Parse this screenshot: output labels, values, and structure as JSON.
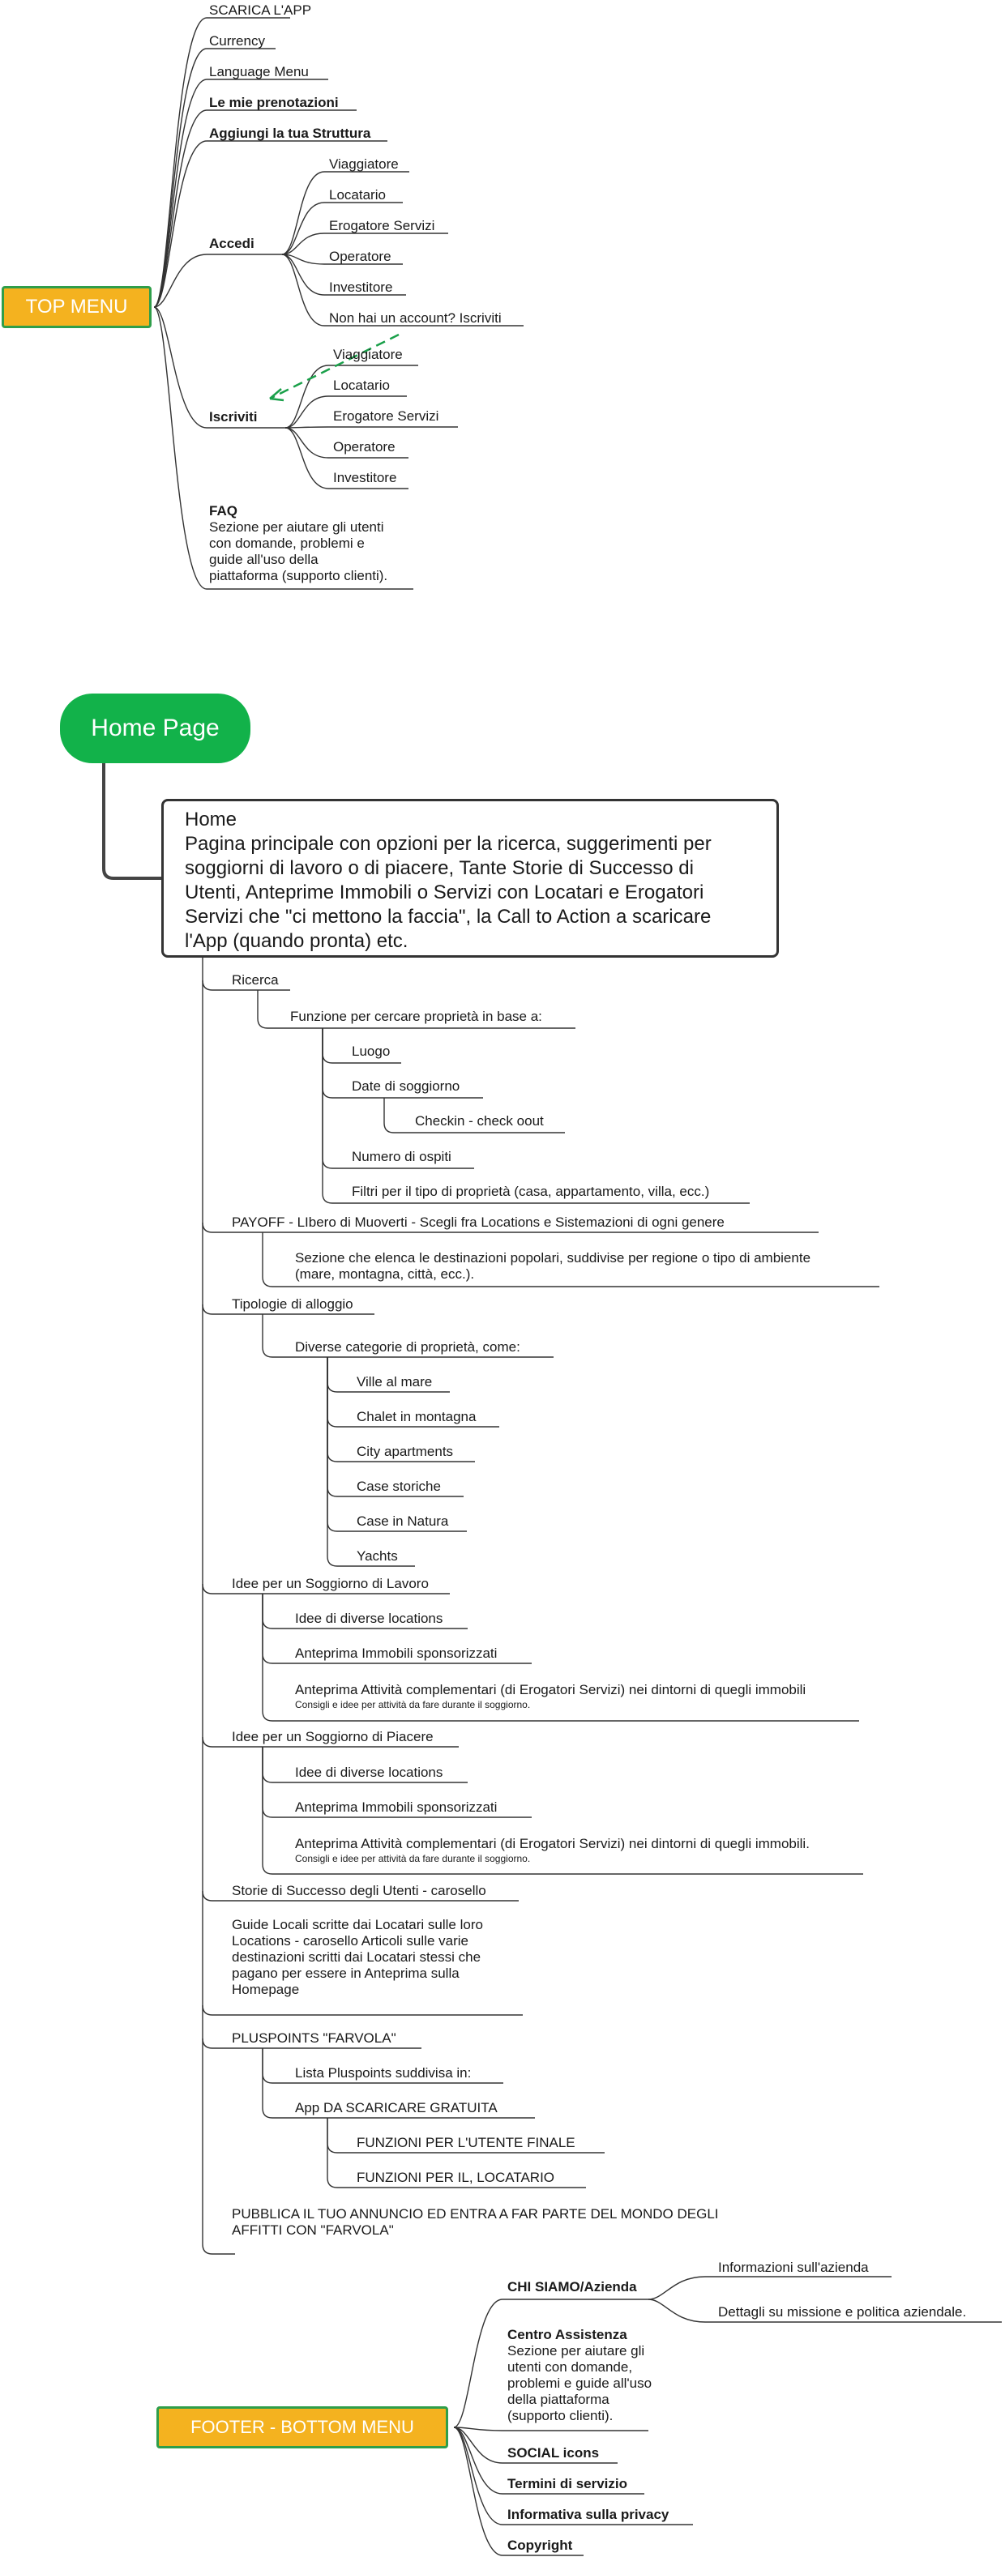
{
  "top_menu": {
    "label": "TOP MENU",
    "items": {
      "scarica": "SCARICA L'APP",
      "currency": "Currency",
      "language": "Language Menu",
      "prenotazioni": "Le mie prenotazioni",
      "aggiungi": "Aggiungi la tua Struttura",
      "accedi": "Accedi",
      "accedi_children": [
        "Viaggiatore",
        "Locatario",
        "Erogatore Servizi",
        "Operatore",
        "Investitore",
        "Non hai un account? Iscriviti"
      ],
      "iscriviti": "Iscriviti",
      "iscriviti_children": [
        "Viaggiatore",
        "Locatario",
        "Erogatore Servizi",
        "Operatore",
        "Investitore"
      ],
      "faq_title": "FAQ",
      "faq_lines": [
        "Sezione per aiutare gli utenti",
        "con domande, problemi e",
        "guide all'uso della",
        "piattaforma (supporto clienti)."
      ]
    }
  },
  "home": {
    "label": "Home Page",
    "box_lines": [
      "Home",
      "Pagina principale con opzioni per la ricerca, suggerimenti per",
      "soggiorni di lavoro o di piacere, Tante Storie di Successo di",
      "Utenti, Anteprime Immobili o Servizi con Locatari e Erogatori",
      "Servizi che \"ci mettono la faccia\", la Call to Action a scaricare",
      "l'App (quando pronta) etc."
    ],
    "ricerca": {
      "label": "Ricerca",
      "child": "Funzione per cercare proprietà in base a:",
      "items": [
        "Luogo",
        "Date di soggiorno",
        "Checkin - check oout",
        "Numero di ospiti",
        "Filtri per il tipo di proprietà (casa, appartamento, villa, ecc.)"
      ]
    },
    "payoff": {
      "label": "PAYOFF - LIbero di Muoverti  - Scegli fra Locations e Sistemazioni di ogni genere",
      "child_lines": [
        "Sezione che elenca le destinazioni popolari, suddivise per regione o tipo di ambiente",
        "(mare, montagna, città, ecc.)."
      ]
    },
    "tipologie": {
      "label": "Tipologie di alloggio",
      "child": "Diverse categorie di proprietà, come:",
      "items": [
        "Ville al mare",
        "Chalet in montagna",
        "City apartments",
        "Case storiche",
        "Case in Natura",
        "Yachts"
      ]
    },
    "lavoro": {
      "label": "Idee per un Soggiorno di Lavoro",
      "items": [
        "Idee di diverse locations",
        "Anteprima Immobili  sponsorizzati",
        "Anteprima Attività complementari (di Erogatori Servizi) nei dintorni di quegli immobili"
      ],
      "note": "Consigli e idee per attività da fare durante il soggiorno."
    },
    "piacere": {
      "label": "Idee per un Soggiorno di Piacere",
      "items": [
        "Idee di diverse locations",
        "Anteprima Immobili  sponsorizzati",
        "Anteprima Attività complementari (di Erogatori Servizi) nei dintorni di quegli immobili."
      ],
      "note": "Consigli e idee per attività da fare durante il soggiorno."
    },
    "storie": "Storie di Successo degli Utenti - carosello",
    "guide_lines": [
      "Guide Locali scritte dai Locatari sulle loro",
      "Locations -  carosello Articoli sulle varie",
      "destinazioni scritti dai Locatari stessi che",
      "pagano per essere  in Anteprima sulla",
      "Homepage"
    ],
    "pluspoints": {
      "label": "PLUSPOINTS \"FARVOLA\"",
      "items": [
        "Lista Pluspoints suddivisa in:",
        "App DA SCARICARE GRATUITA"
      ],
      "sub": [
        "FUNZIONI PER L'UTENTE FINALE",
        "FUNZIONI PER IL, LOCATARIO"
      ]
    },
    "pubblica_lines": [
      "PUBBLICA IL TUO ANNUNCIO ED ENTRA A FAR PARTE DEL MONDO DEGLI",
      "AFFITTI CON \"FARVOLA\""
    ]
  },
  "footer": {
    "label": "FOOTER - BOTTOM MENU",
    "chi_siamo": "CHI SIAMO/Azienda",
    "chi_children": [
      "Informazioni sull'azienda",
      "Dettagli su missione  e politica aziendale."
    ],
    "centro_title": "Centro Assistenza",
    "centro_lines": [
      "Sezione per aiutare gli",
      "utenti con domande,",
      "problemi e guide all'uso",
      "della piattaforma",
      "(supporto clienti)."
    ],
    "social": "SOCIAL icons",
    "termini": "Termini di servizio",
    "privacy": "Informativa sulla privacy",
    "copyright": "Copyright"
  },
  "colors": {
    "orange": "#f4b21f",
    "green": "#12b24a",
    "border_green": "#2f9e4a",
    "line": "#333333",
    "arrow": "#1aa04a"
  }
}
